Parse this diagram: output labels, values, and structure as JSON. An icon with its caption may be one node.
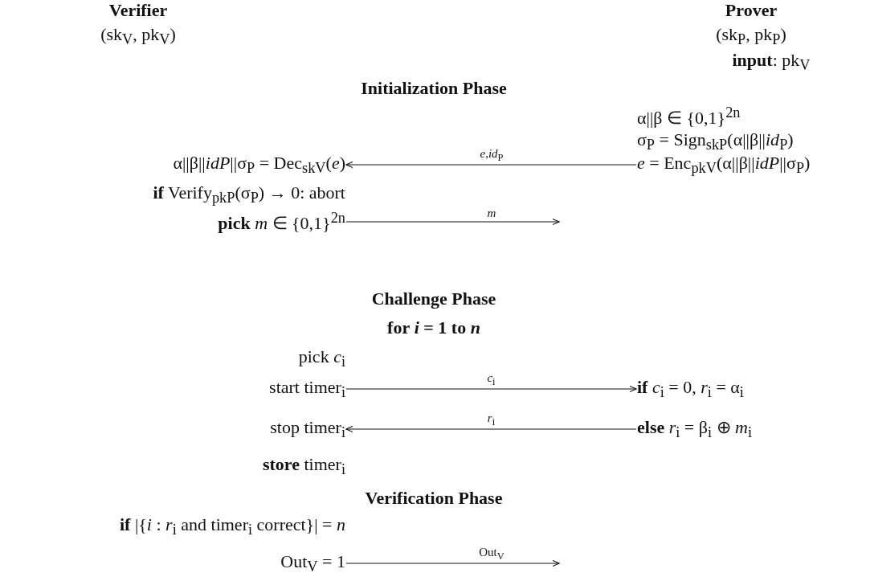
{
  "diagram": {
    "nodes": [
      {
        "text": [
          "α||β||*idP*||σ$_{P}$ = Dec$_{skV}$(*e*)"
        ]
      },
      {
        "text": [
          "*e* = Enc$_{pkV}$(α||β||*idP*||σ$_{P}$)"
        ]
      },
      {
        "text": [
          "**pick** *m* ∈ {0,1}$^{2n}$"
        ]
      },
      {
        "text": [
          "start timer$_{i}$"
        ]
      },
      {
        "text": [
          "**if** *c*$_{i}$ = 0, *r*$_{i}$ = α$_{i}$"
        ]
      },
      {
        "text": [
          "stop timer$_{i}$"
        ]
      },
      {
        "text": [
          "**else** *r*$_{i}$ = β$_{i}$ ⊕ *m*$_{i}$"
        ]
      },
      {
        "text": [
          "Out$_{V}$ = 1"
        ]
      }
    ],
    "edges": [
      {
        "from": 1,
        "to": 0,
        "arrow": "to",
        "label": "*e*,*id*$_{P}$"
      },
      {
        "from": 2,
        "to": null,
        "arrow": "to",
        "label": "*m*"
      },
      {
        "from": 3,
        "to": 4,
        "arrow": "to",
        "label": "*c*$_{i}$"
      },
      {
        "from": 6,
        "to": 5,
        "arrow": "to",
        "label": "*r*$_{i}$"
      },
      {
        "from": 7,
        "to": null,
        "arrow": "to",
        "label": "Out$_{V}$"
      }
    ],
    "labels": [
      "Verifier",
      "(sk$_{V}$, pk$_{V}$)",
      "Prover",
      "(sk$_{P}$, pk$_{P}$)",
      "**input**: pk$_{V}$",
      "Initialization Phase",
      "α||β ∈ {0,1}$^{2n}$",
      "σ$_{P}$ = Sign$_{skP}$(α||β||*id*$_{P}$)",
      "**if** Verify$_{pkP}$(σ$_{P}$) → 0: abort",
      "Challenge Phase",
      "**for** *i* = 1 **to** *n*",
      "pick *c*$_{i}$",
      "**store** timer$_{i}$",
      "Verification Phase",
      "**if** |{*i* : *r*$_{i}$ and timer$_{i}$ correct}| = *n*"
    ]
  }
}
